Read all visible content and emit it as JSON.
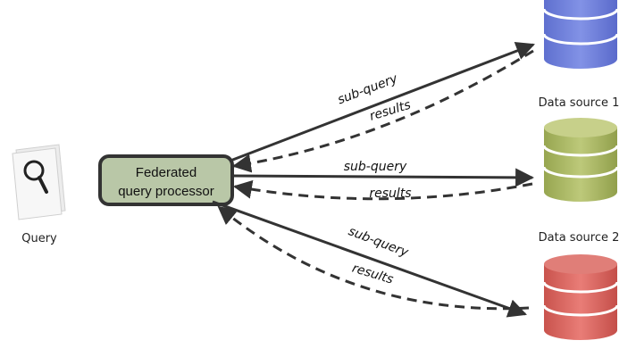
{
  "query": {
    "label": "Query",
    "icon": "magnifier-icon"
  },
  "processor": {
    "line1": "Federated",
    "line2": "query processor",
    "fill": "#b9c7a7",
    "stroke": "#333333"
  },
  "sources": [
    {
      "label": "",
      "color": "#6f7fd9",
      "icon": "database-icon"
    },
    {
      "label": "Data source 1",
      "color": "#a8b661",
      "icon": "database-icon"
    },
    {
      "label": "Data source 2",
      "color": "#d9645e",
      "icon": "database-icon"
    }
  ],
  "edges": [
    {
      "subquery_label": "sub-query",
      "results_label": "results"
    },
    {
      "subquery_label": "sub-query",
      "results_label": "results"
    },
    {
      "subquery_label": "sub-query",
      "results_label": "results"
    }
  ]
}
